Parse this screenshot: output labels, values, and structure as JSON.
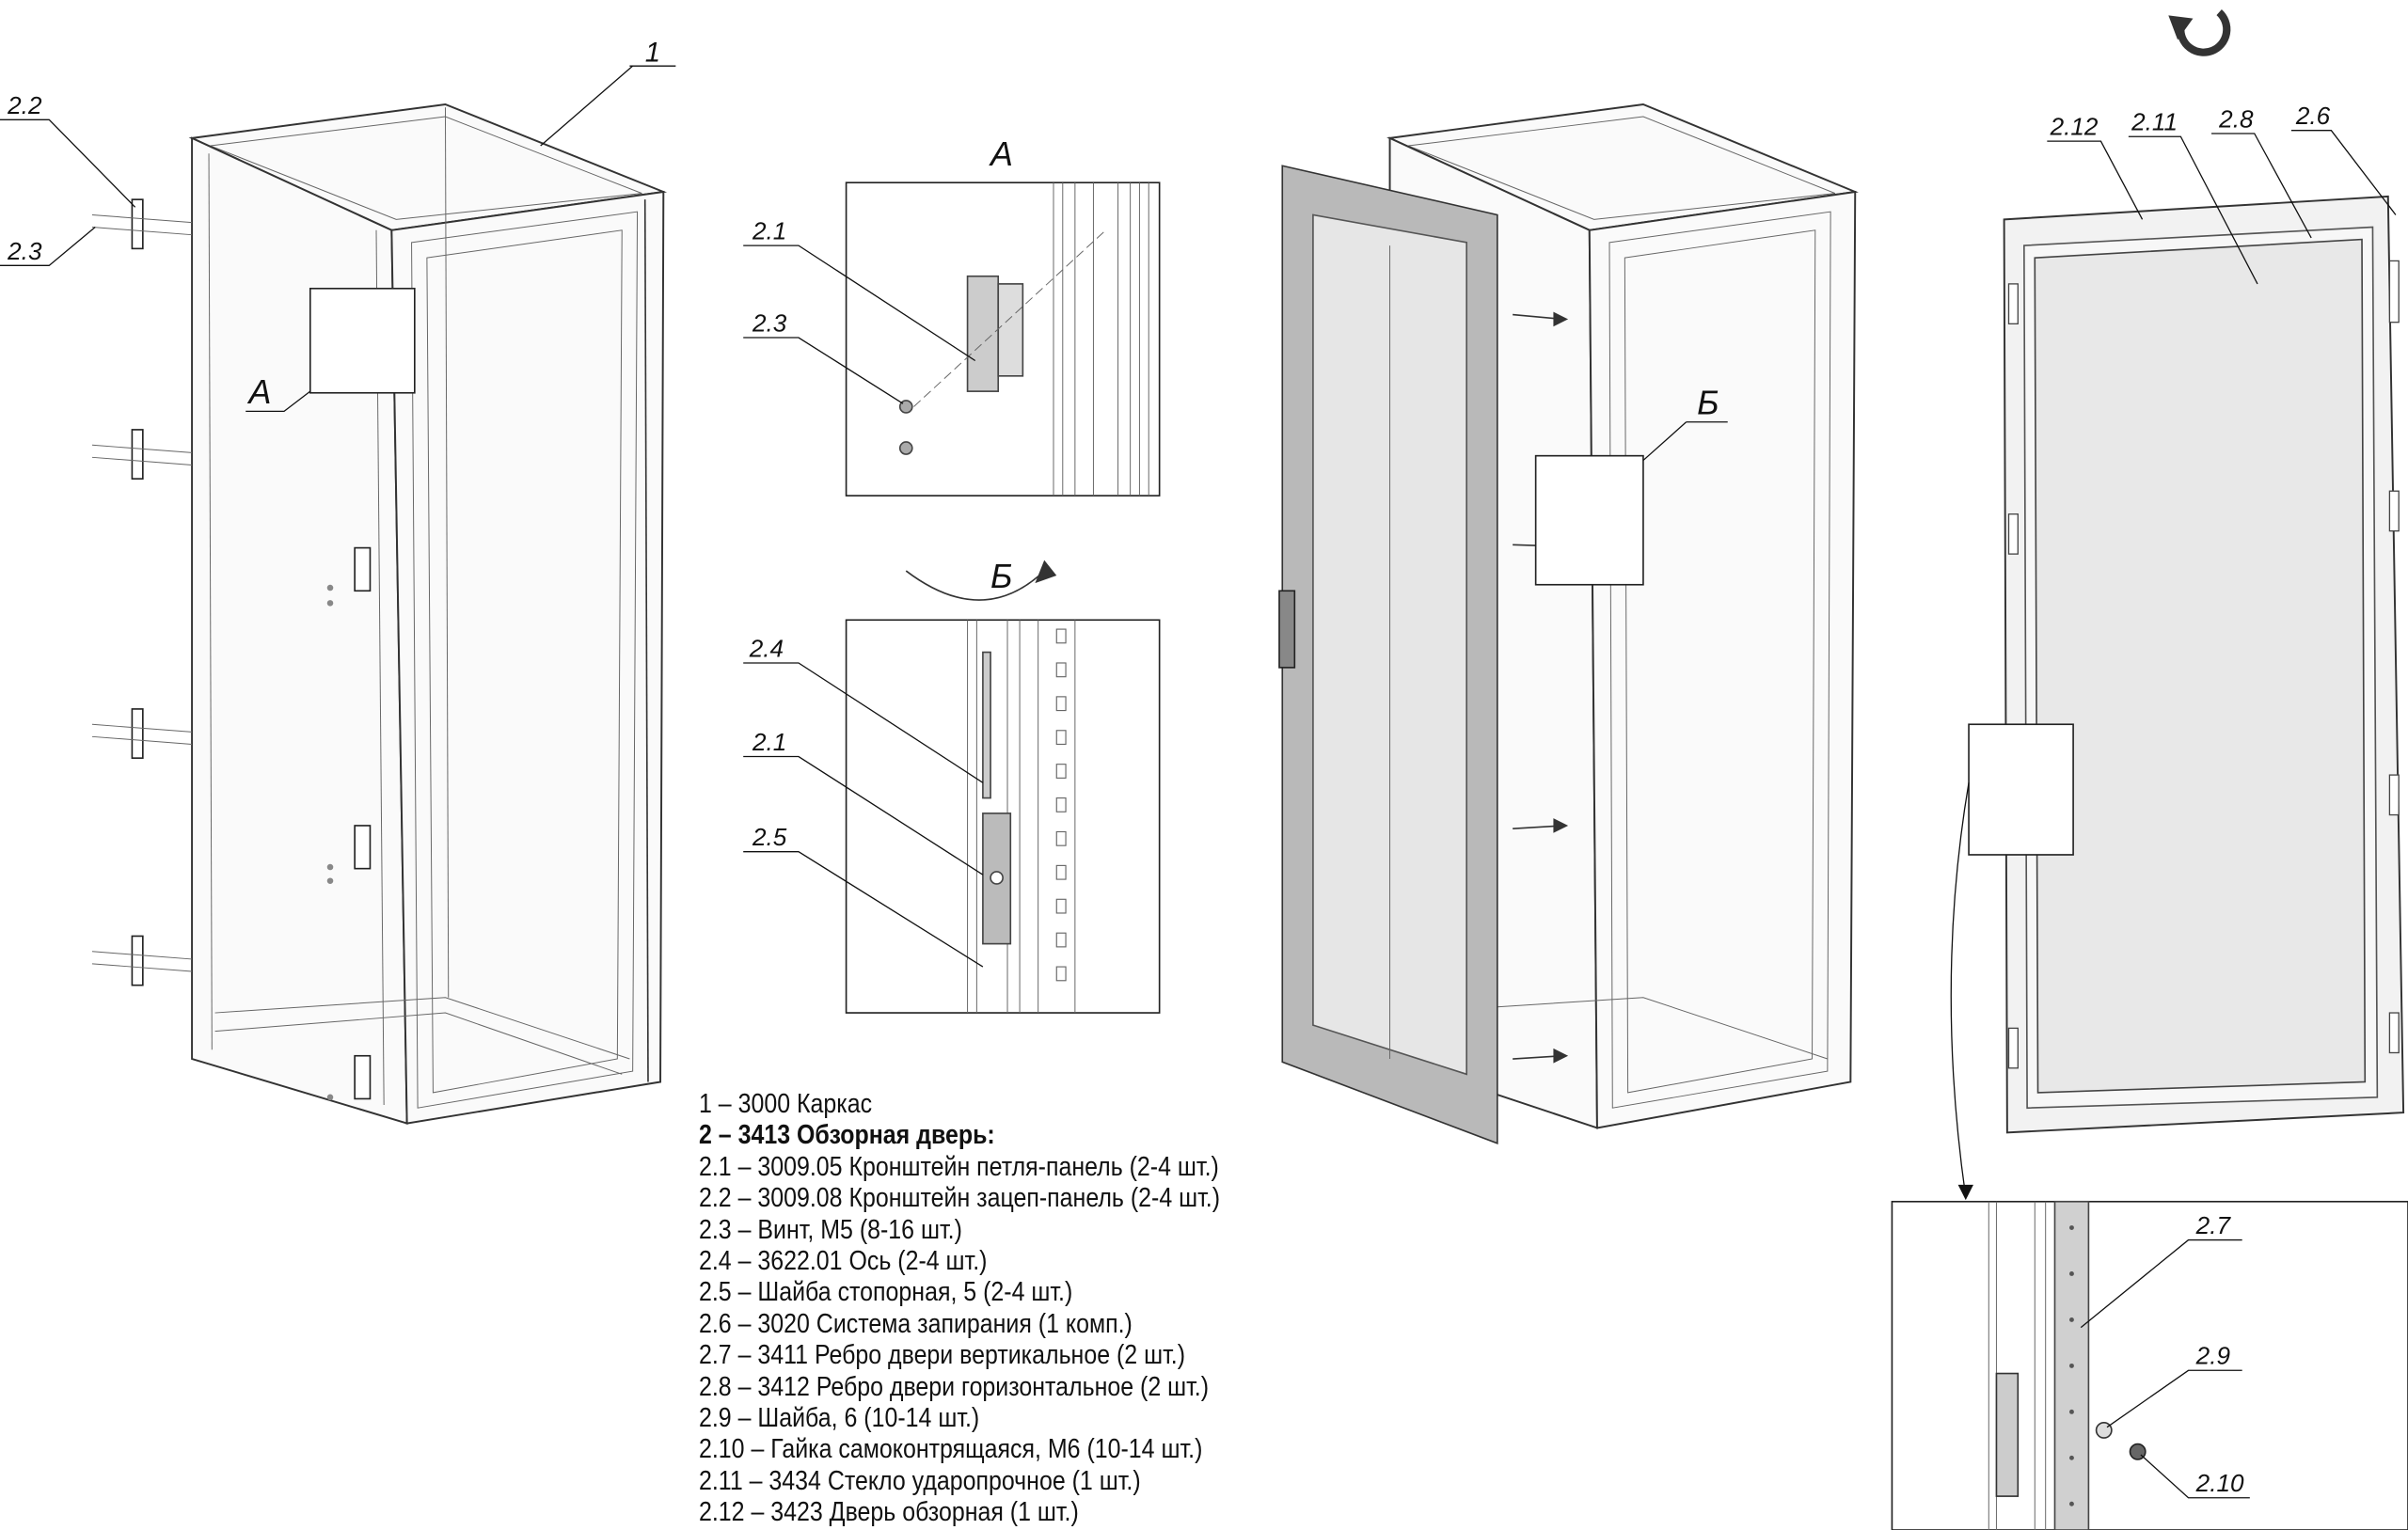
{
  "callouts": {
    "frame": "1",
    "left_2_2": "2.2",
    "left_2_3": "2.3",
    "left_A": "А",
    "view_A_title": "А",
    "view_A_2_1": "2.1",
    "view_A_2_3": "2.3",
    "view_B_title": "Б",
    "view_B_2_4": "2.4",
    "view_B_2_1": "2.1",
    "view_B_2_5": "2.5",
    "mid_B": "Б",
    "right_2_12": "2.12",
    "right_2_11": "2.11",
    "right_2_8": "2.8",
    "right_2_6": "2.6",
    "detail_2_7": "2.7",
    "detail_2_9": "2.9",
    "detail_2_10": "2.10"
  },
  "parts_list": [
    {
      "text": "1 – 3000 Каркас",
      "bold": false
    },
    {
      "text": "2 – 3413 Обзорная дверь:",
      "bold": true
    },
    {
      "text": "2.1 – 3009.05 Кронштейн петля-панель (2-4 шт.)",
      "bold": false
    },
    {
      "text": "2.2 – 3009.08 Кронштейн зацеп-панель (2-4 шт.)",
      "bold": false
    },
    {
      "text": "2.3 – Винт, М5 (8-16 шт.)",
      "bold": false
    },
    {
      "text": "2.4 – 3622.01 Ось (2-4 шт.)",
      "bold": false
    },
    {
      "text": "2.5 – Шайба стопорная, 5 (2-4 шт.)",
      "bold": false
    },
    {
      "text": "2.6 – 3020 Система запирания (1 комп.)",
      "bold": false
    },
    {
      "text": "2.7 – 3411 Ребро двери вертикальное (2 шт.)",
      "bold": false
    },
    {
      "text": "2.8 – 3412 Ребро двери горизонтальное (2 шт.)",
      "bold": false
    },
    {
      "text": "2.9 – Шайба, 6 (10-14 шт.)",
      "bold": false
    },
    {
      "text": "2.10 – Гайка самоконтрящаяся, М6 (10-14 шт.)",
      "bold": false
    },
    {
      "text": "2.11 – 3434 Стекло ударопрочное (1 шт.)",
      "bold": false
    },
    {
      "text": "2.12 – 3423 Дверь обзорная (1 шт.)",
      "bold": false
    }
  ],
  "icons": {
    "rotate": "rotate-icon"
  },
  "colors": {
    "door_fill": "#b9b9b9",
    "glass_fill": "#e6e6e6",
    "line": "#333333"
  }
}
